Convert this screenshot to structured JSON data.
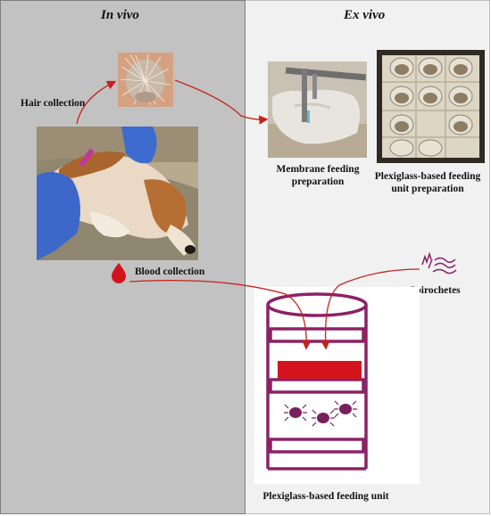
{
  "panels": {
    "left_title": "In vivo",
    "right_title": "Ex vivo"
  },
  "labels": {
    "hair_collection": "Hair collection",
    "blood_collection": "Blood collection",
    "membrane_line1": "Membrane feeding",
    "membrane_line2": "preparation",
    "plexi_prep_line1": "Plexiglass-based feeding",
    "plexi_prep_line2": "unit preparation",
    "spirochetes": "Spirochetes",
    "feeding_unit": "Plexiglass-based feeding unit"
  },
  "colors": {
    "arrow_red": "#c8201e",
    "blood_red": "#d4141c",
    "unit_purple": "#8b2266",
    "tick_purple": "#7a1f5c",
    "left_bg": "#c2c2c2",
    "right_bg": "#f1f1f1"
  }
}
